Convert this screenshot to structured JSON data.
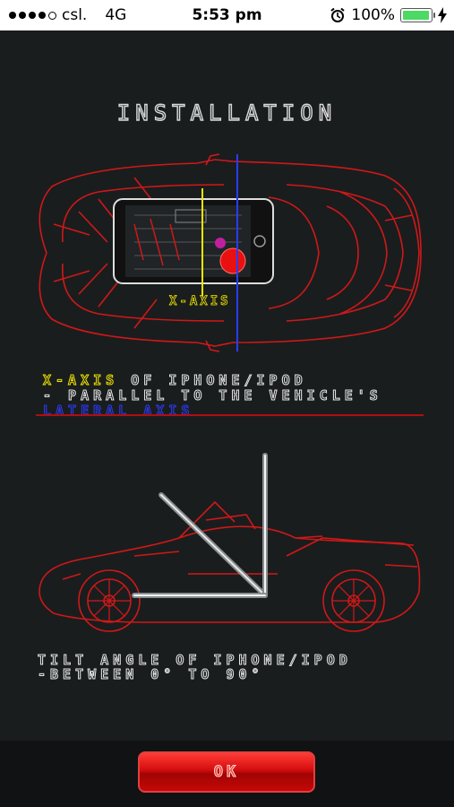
{
  "status_bar": {
    "carrier": "csl.",
    "network": "4G",
    "time": "5:53 pm",
    "battery_percent": "100%",
    "battery_level": 1.0,
    "icons": [
      "signal-dots-icon",
      "alarm-clock-icon",
      "battery-icon",
      "charging-bolt-icon"
    ]
  },
  "page": {
    "title": "INSTALLATION"
  },
  "figure_top": {
    "axis_label": "X-AXIS",
    "caption_line1_highlight": "X-AXIS",
    "caption_line1_rest": " OF IPHONE/IPOD",
    "caption_line2": "- PARALLEL TO THE VEHICLE'S",
    "caption_line3": "LATERAL AXIS"
  },
  "figure_bottom": {
    "caption_line1": "TILT ANGLE OF IPHONE/IPOD",
    "caption_line2": "-BETWEEN 0° TO 90°"
  },
  "actions": {
    "ok_label": "OK"
  },
  "colors": {
    "background": "#1a1d1e",
    "car_outline": "#d01818",
    "x_axis": "#f0e400",
    "lateral_axis": "#2a3cff",
    "button": "#d30d0d"
  }
}
